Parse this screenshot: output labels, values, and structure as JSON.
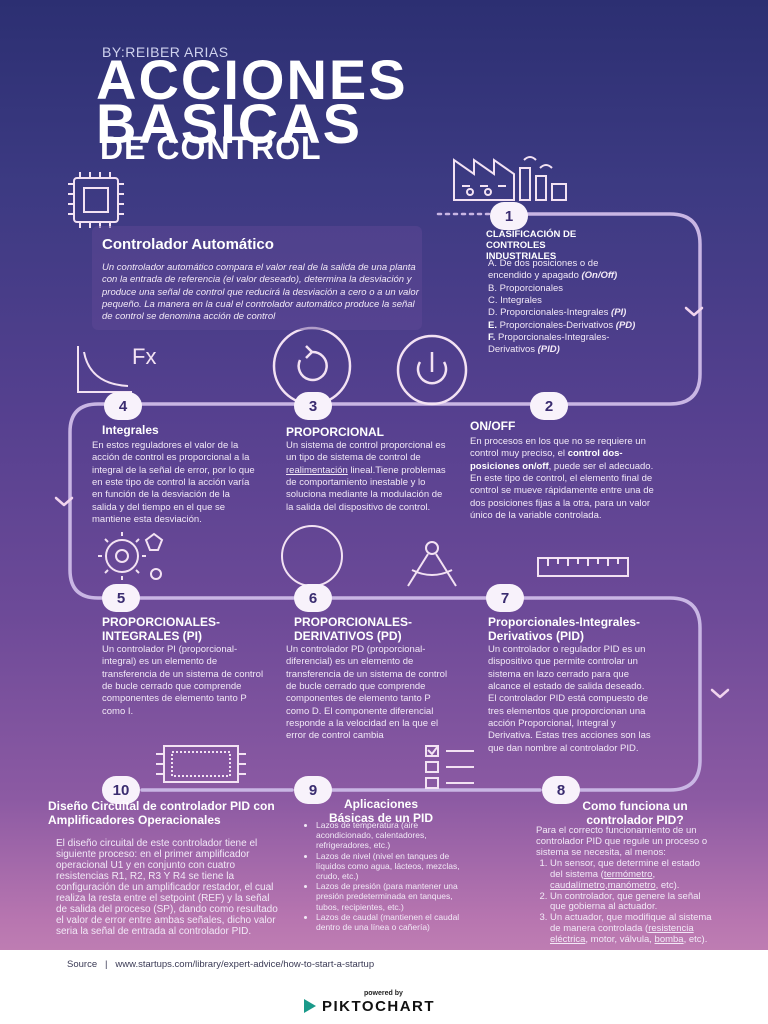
{
  "header": {
    "byline": "BY:REIBER ARIAS",
    "title_line1": "ACCIONES",
    "title_line2": "BASICAS",
    "title_line3": "DE CONTROL"
  },
  "steps": {
    "n1": "1",
    "n2": "2",
    "n3": "3",
    "n4": "4",
    "n5": "5",
    "n6": "6",
    "n7": "7",
    "n8": "8",
    "n9": "9",
    "n10": "10"
  },
  "auto": {
    "title": "Controlador Automático",
    "body": "Un controlador automático compara el valor real de la salida de una planta con la entrada de referencia (el valor deseado), determina la desviación y produce una señal de control que reducirá la desviación a cero o a un valor pequeño. La manera en la cual el controlador automático produce la señal de control se denomina acción de control"
  },
  "s1": {
    "title": "CLASIFICACIÓN DE CONTROLES INDUSTRIALES",
    "a": "A. De dos posiciones o de encendido y apagado",
    "a_tag": "(On/Off)",
    "b": "B. Proporcionales",
    "c": "C. Integrales",
    "d": "D. Proporcionales-Integrales",
    "d_tag": "(PI)",
    "e_letter": "E.",
    "e": "Proporcionales-Derivativos",
    "e_tag": "(PD)",
    "f_letter": "F.",
    "f": "Proporcionales-Integrales-Derivativos",
    "f_tag": "(PID)"
  },
  "s2": {
    "title": "ON/OFF",
    "p1": "En procesos en los que no se requiere un control muy preciso, el",
    "p1b": "control dos-posiciones on/off",
    "p1c": ", puede ser el adecuado.",
    "p2": "En este tipo de control, el elemento final de control se mueve rápidamente entre una de dos posiciones fijas a la otra, para un valor único de la variable controlada."
  },
  "s3": {
    "title": "PROPORCIONAL",
    "p1": "Un sistema de control proporcional es un tipo de sistema de control de",
    "link": "realimentación",
    "p2": "lineal.Tiene problemas de comportamiento inestable y lo soluciona mediante la modulación de la salida del dispositivo de control."
  },
  "s4": {
    "title": "Integrales",
    "body": "En estos reguladores el valor de la acción de control es proporcional a la integral de la señal de error, por lo que en este tipo de control la acción varía en función de la desviación de la salida y del tiempo en el que se mantiene esta desviación."
  },
  "s5": {
    "title": "PROPORCIONALES-INTEGRALES (PI)",
    "body": "Un controlador PI (proporcional-integral) es un elemento de transferencia de un sistema de control de bucle cerrado que comprende componentes de elemento tanto P como I."
  },
  "s6": {
    "title": "PROPORCIONALES-DERIVATIVOS (PD)",
    "body": "Un controlador PD (proporcional-diferencial) es un elemento de transferencia de un sistema de control de bucle cerrado que comprende componentes de elemento tanto P como D. El componente diferencial responde a la velocidad en la que el error de control cambia"
  },
  "s7": {
    "title": "Proporcionales-Integrales-Derivativos (PID)",
    "body": "Un controlador o regulador PID es un dispositivo que permite controlar un sistema en lazo cerrado para que alcance el estado de salida deseado. El controlador PID está compuesto de tres elementos que proporcionan una acción Proporcional, Integral y Derivativa. Estas tres acciones son las que dan nombre al controlador PID."
  },
  "s8": {
    "title": "Como funciona un controlador PID?",
    "intro": "Para el correcto funcionamiento de un controlador PID que regule un proceso o sistema se necesita, al menos:",
    "i1a": "Un sensor, que determine el estado del sistema (",
    "i1l1": "termómetro",
    "i1s": ", ",
    "i1l2": "caudalímetro",
    "i1s2": ",",
    "i1l3": "manómetro",
    "i1e": ", etc).",
    "i2": "Un controlador, que genere la señal que gobierna al actuador.",
    "i3a": "Un actuador, que modifique al sistema de manera controlada (",
    "i3l1": "resistencia eléctrica",
    "i3m": ", motor, válvula, ",
    "i3l2": "bomba",
    "i3e": ", etc)."
  },
  "s9": {
    "title": "Aplicaciones Básicas de un PID",
    "items": [
      "Lazos de temperatura (aire acondicionado, calentadores, refrigeradores, etc.)",
      "Lazos de nivel (nivel en tanques de líquidos como agua, lácteos, mezclas, crudo, etc.)",
      "Lazos de presión (para mantener una presión predeterminada en tanques, tubos, recipientes, etc.)",
      "Lazos de caudal (mantienen el caudal dentro de una línea o cañería)"
    ]
  },
  "s10": {
    "title": "Diseño Circuital de controlador PID con Amplificadores Operacionales",
    "body": "El diseño circuital de este controlador tiene el siguiente proceso: en el primer amplificador operacional U1 y en conjunto con cuatro resistencias R1, R2, R3 Y R4 se tiene la configuración de un amplificador restador, el cual realiza la resta entre el setpoint (REF) y la señal de salida del proceso (SP), dando como resultado el valor de error entre ambas señales, dicho valor seria la señal de entrada al controlador PID."
  },
  "footer": {
    "source_label": "Source",
    "sep": "|",
    "source_url": "www.startups.com/library/expert-advice/how-to-start-a-startup",
    "powered": "powered by",
    "brand": "PIKTOCHART"
  },
  "colors": {
    "path": "#c9b6e4",
    "badge_bg": "#f8f2fb",
    "badge_fg": "#3a2c70"
  },
  "icons": [
    "chip-icon",
    "factory-icon",
    "graph-fx-icon",
    "refresh-icon",
    "power-icon",
    "gear-bulb-icon",
    "compass-icon",
    "ruler-icon",
    "circuit-board-icon",
    "checklist-icon",
    "chevron-down-icon"
  ]
}
